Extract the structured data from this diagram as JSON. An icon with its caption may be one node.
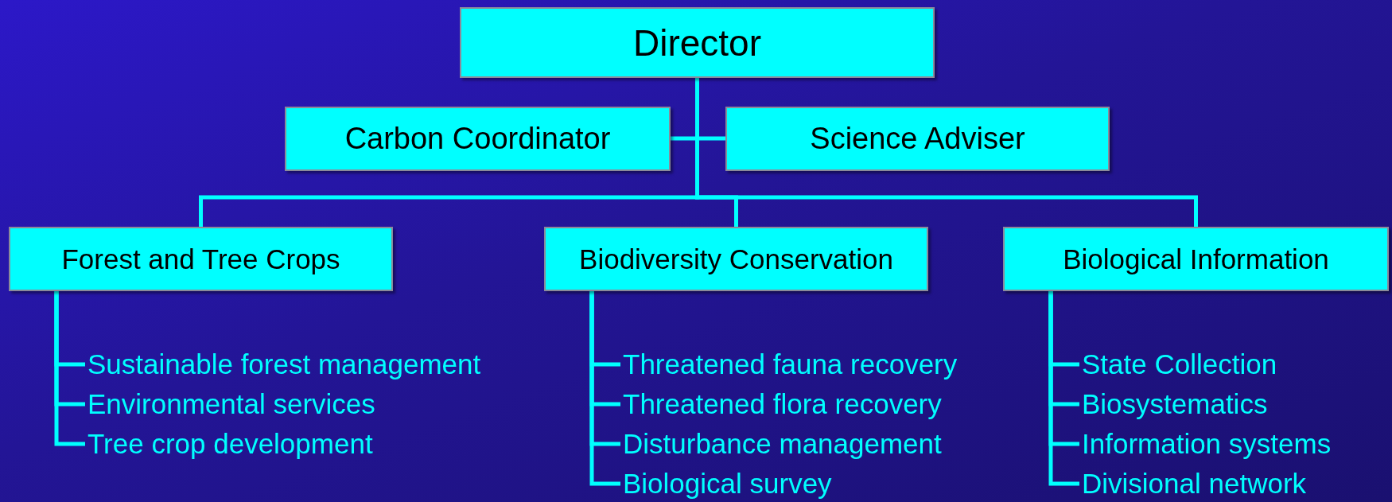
{
  "diagram": {
    "nodes": [
      {
        "text": [
          "Director"
        ]
      },
      {
        "text": [
          "Carbon Coordinator"
        ]
      },
      {
        "text": [
          "Science Adviser"
        ]
      },
      {
        "text": [
          "Forest and Tree Crops"
        ]
      },
      {
        "text": [
          "Biodiversity Conservation"
        ]
      },
      {
        "text": [
          "Biological Information"
        ]
      },
      {
        "text": [
          "Sustainable forest management"
        ]
      },
      {
        "text": [
          "Environmental services"
        ]
      },
      {
        "text": [
          "Tree crop development"
        ]
      },
      {
        "text": [
          "Threatened fauna recovery"
        ]
      },
      {
        "text": [
          "Threatened flora recovery"
        ]
      },
      {
        "text": [
          "Disturbance management"
        ]
      },
      {
        "text": [
          "Biological survey"
        ]
      },
      {
        "text": [
          "State Collection"
        ]
      },
      {
        "text": [
          "Biosystematics"
        ]
      },
      {
        "text": [
          "Information systems"
        ]
      },
      {
        "text": [
          "Divisional network"
        ]
      }
    ],
    "edges": [
      {
        "from": 0,
        "to": 1,
        "arrow": "none"
      },
      {
        "from": 0,
        "to": 2,
        "arrow": "none"
      },
      {
        "from": 0,
        "to": 3,
        "arrow": "none"
      },
      {
        "from": 0,
        "to": 4,
        "arrow": "none"
      },
      {
        "from": 0,
        "to": 5,
        "arrow": "none"
      },
      {
        "from": 3,
        "to": 6,
        "arrow": "none"
      },
      {
        "from": 3,
        "to": 7,
        "arrow": "none"
      },
      {
        "from": 3,
        "to": 8,
        "arrow": "none"
      },
      {
        "from": 4,
        "to": 9,
        "arrow": "none"
      },
      {
        "from": 4,
        "to": 10,
        "arrow": "none"
      },
      {
        "from": 4,
        "to": 11,
        "arrow": "none"
      },
      {
        "from": 4,
        "to": 12,
        "arrow": "none"
      },
      {
        "from": 5,
        "to": 13,
        "arrow": "none"
      },
      {
        "from": 5,
        "to": 14,
        "arrow": "none"
      },
      {
        "from": 5,
        "to": 15,
        "arrow": "none"
      },
      {
        "from": 5,
        "to": 16,
        "arrow": "none"
      }
    ]
  }
}
